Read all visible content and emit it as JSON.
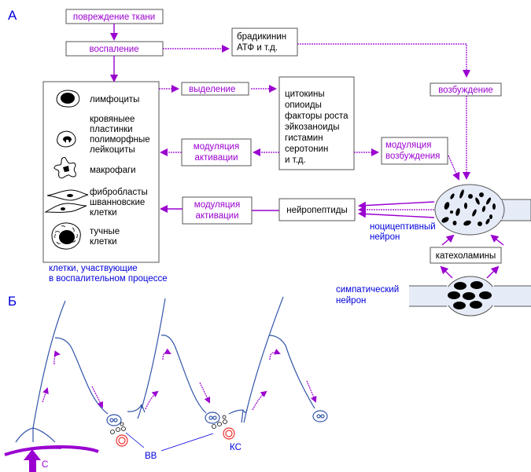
{
  "panels": {
    "a_label": "А",
    "b_label": "Б"
  },
  "panel_a": {
    "tissue_damage": "повреждение ткани",
    "inflammation": "воспаление",
    "bradykinin_box": [
      "брадикинин",
      "АТФ и т.д."
    ],
    "excitation": "возбуждение",
    "release": "выделение",
    "mediators": [
      "цитокины",
      "опиоиды",
      "факторы роста",
      "эйкозаноиды",
      "гистамин",
      "серотонин",
      "и т.д."
    ],
    "activation_modulation_1": [
      "модуляция",
      "активации"
    ],
    "excitation_modulation": [
      "модуляция",
      "возбуждения"
    ],
    "activation_modulation_2": [
      "модуляция",
      "активации"
    ],
    "neuropeptides": "нейропептиды",
    "catecholamines": "катехоламины",
    "nociceptive_neuron": [
      "ноцицептивный",
      "нейрон"
    ],
    "sympathetic_neuron": [
      "симпатический",
      "нейрон"
    ],
    "cells": [
      {
        "icon": "lymphocyte-icon",
        "lines": [
          "лимфоциты"
        ]
      },
      {
        "icon": "platelet-leukocyte-icon",
        "lines": [
          "кровяныее",
          "пластинки",
          "полиморфные",
          "лейкоциты"
        ]
      },
      {
        "icon": "macrophage-icon",
        "lines": [
          "макрофаги"
        ]
      },
      {
        "icon": "fibroblast-icon",
        "lines": [
          "фибробласты",
          "шванновские",
          "клетки"
        ]
      },
      {
        "icon": "mast-cell-icon",
        "lines": [
          "тучные",
          "клетки"
        ]
      }
    ],
    "cells_caption": [
      "клетки, участвующие",
      "в воспалительном процессе"
    ]
  },
  "panel_b": {
    "stimulus": "С",
    "vessel_label_1": "ВВ",
    "vessel_label_2": "КС"
  },
  "colors": {
    "arrow": "#9a00d0",
    "label_blue": "#0000dd",
    "nerve": "#3355aa",
    "vessel_red": "#ee3333",
    "neuron_fill": "#e6ebf8"
  }
}
